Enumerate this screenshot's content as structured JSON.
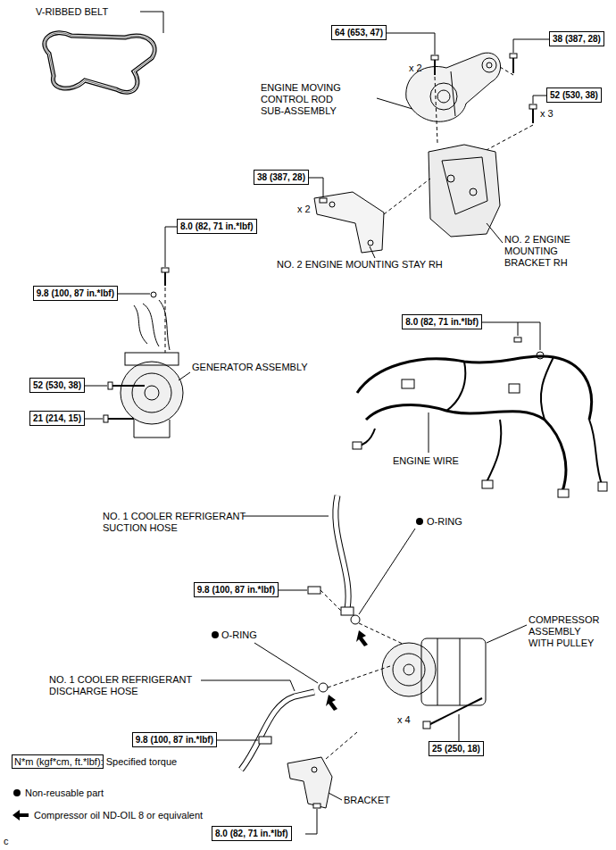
{
  "diagram": {
    "nodes": [
      {
        "text": [
          "64 (653, 47)"
        ]
      },
      {
        "text": [
          "38 (387, 28)"
        ]
      },
      {
        "text": [
          "52 (530, 38)"
        ]
      },
      {
        "text": [
          "38 (387, 28)"
        ]
      },
      {
        "text": [
          "8.0 (82, 71 in.*lbf)"
        ]
      },
      {
        "text": [
          "9.8 (100, 87 in.*lbf)"
        ]
      },
      {
        "text": [
          "8.0 (82, 71 in.*lbf)"
        ]
      },
      {
        "text": [
          "52 (530, 38)"
        ]
      },
      {
        "text": [
          "21 (214, 15)"
        ]
      },
      {
        "text": [
          "9.8 (100, 87 in.*lbf)"
        ]
      },
      {
        "text": [
          "9.8 (100, 87 in.*lbf)"
        ]
      },
      {
        "text": [
          "25 (250, 18)"
        ]
      },
      {
        "text": [
          "8.0 (82, 71 in.*lbf)"
        ]
      }
    ],
    "labels": [
      "V-RIBBED BELT",
      "x 2",
      "ENGINE MOVING CONTROL ROD SUB-ASSEMBLY",
      "x 3",
      "x 2",
      "NO. 2 ENGINE MOUNTING STAY RH",
      "NO. 2 ENGINE MOUNTING BRACKET RH",
      "GENERATOR ASSEMBLY",
      "ENGINE WIRE",
      "NO. 1 COOLER REFRIGERANT SUCTION HOSE",
      "O-RING",
      "COMPRESSOR ASSEMBLY WITH PULLEY",
      "O-RING",
      "NO. 1 COOLER REFRIGERANT DISCHARGE HOSE",
      "x 4",
      "BRACKET",
      "c"
    ],
    "legend": [
      {
        "text": "N*m (kgf*cm, ft.*lbf): Specified torque"
      },
      {
        "text": "Non-reusable part"
      },
      {
        "text": "Compressor oil ND-OIL 8 or equivalent"
      }
    ]
  }
}
